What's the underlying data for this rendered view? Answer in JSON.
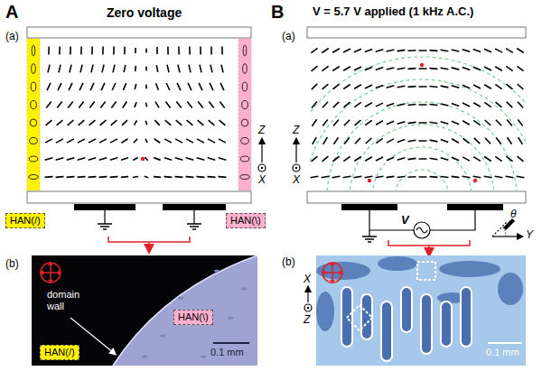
{
  "diagram": {
    "nodes": [
      {
        "text": [
          "HAN(/)"
        ]
      },
      {
        "text": [
          "HAN(\\)"
        ]
      },
      {
        "text": [
          "HAN(/)"
        ]
      },
      {
        "text": [
          "HAN(\\)"
        ]
      }
    ],
    "labels": [
      "A",
      "Zero voltage",
      "B",
      "V = 5.7 V applied (1 kHz A.C.)",
      "(a)",
      "Z",
      "X",
      "(b)",
      "domain wall",
      "0.1 mm",
      "(a)",
      "Z",
      "X",
      "V",
      "θ",
      "Y",
      "(b)",
      "X",
      "Z",
      "0.1 mm"
    ]
  }
}
